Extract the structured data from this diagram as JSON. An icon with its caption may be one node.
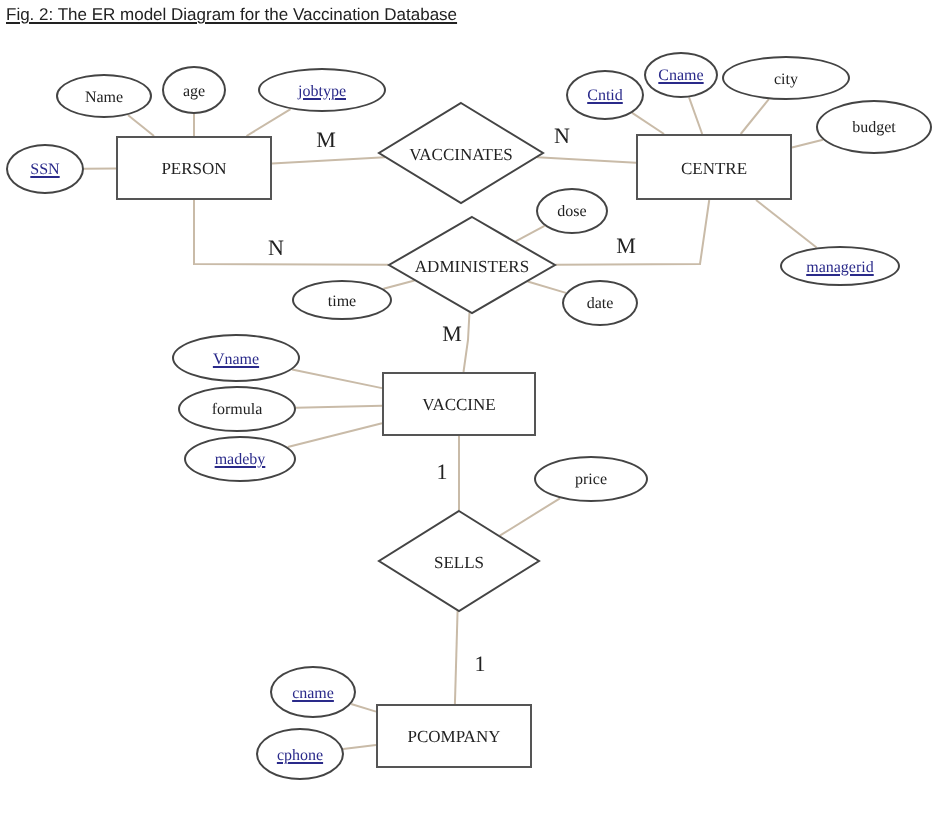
{
  "diagram": {
    "title": "Fig. 2: The ER model Diagram for the Vaccination Database",
    "nodes": [
      {
        "text": [
          "Name"
        ]
      },
      {
        "text": [
          "age"
        ]
      },
      {
        "text": [
          "jobtype"
        ]
      },
      {
        "text": [
          "SSN"
        ]
      },
      {
        "text": [
          "PERSON"
        ]
      },
      {
        "text": [
          "VACCINATES"
        ]
      },
      {
        "text": [
          "Cntid"
        ]
      },
      {
        "text": [
          "Cname"
        ]
      },
      {
        "text": [
          "city"
        ]
      },
      {
        "text": [
          "budget"
        ]
      },
      {
        "text": [
          "CENTRE"
        ]
      },
      {
        "text": [
          "dose"
        ]
      },
      {
        "text": [
          "ADMINISTERS"
        ]
      },
      {
        "text": [
          "managerid"
        ]
      },
      {
        "text": [
          "time"
        ]
      },
      {
        "text": [
          "date"
        ]
      },
      {
        "text": [
          "Vname"
        ]
      },
      {
        "text": [
          "formula"
        ]
      },
      {
        "text": [
          "VACCINE"
        ]
      },
      {
        "text": [
          "madeby"
        ]
      },
      {
        "text": [
          "price"
        ]
      },
      {
        "text": [
          "SELLS"
        ]
      },
      {
        "text": [
          "cname"
        ]
      },
      {
        "text": [
          "PCOMPANY"
        ]
      },
      {
        "text": [
          "cphone"
        ]
      }
    ],
    "edges": [
      {
        "from": 0,
        "to": 4,
        "arrow": "none"
      },
      {
        "from": 1,
        "to": 4,
        "arrow": "none"
      },
      {
        "from": 2,
        "to": 4,
        "arrow": "none"
      },
      {
        "from": 3,
        "to": 4,
        "arrow": "none"
      },
      {
        "from": 4,
        "to": 5,
        "arrow": "none",
        "label": "M"
      },
      {
        "from": 5,
        "to": 10,
        "arrow": "none",
        "label": "N"
      },
      {
        "from": 6,
        "to": 10,
        "arrow": "none"
      },
      {
        "from": 7,
        "to": 10,
        "arrow": "none"
      },
      {
        "from": 8,
        "to": 10,
        "arrow": "none"
      },
      {
        "from": 9,
        "to": 10,
        "arrow": "none"
      },
      {
        "from": 13,
        "to": 10,
        "arrow": "none"
      },
      {
        "from": 4,
        "to": 12,
        "arrow": "none",
        "label": "N"
      },
      {
        "from": 10,
        "to": 12,
        "arrow": "none",
        "label": "M"
      },
      {
        "from": 11,
        "to": 12,
        "arrow": "none"
      },
      {
        "from": 14,
        "to": 12,
        "arrow": "none"
      },
      {
        "from": 15,
        "to": 12,
        "arrow": "none"
      },
      {
        "from": 12,
        "to": 18,
        "arrow": "none",
        "label": "M"
      },
      {
        "from": 16,
        "to": 18,
        "arrow": "none"
      },
      {
        "from": 17,
        "to": 18,
        "arrow": "none"
      },
      {
        "from": 19,
        "to": 18,
        "arrow": "none"
      },
      {
        "from": 18,
        "to": 21,
        "arrow": "none",
        "label": "1"
      },
      {
        "from": 20,
        "to": 21,
        "arrow": "none"
      },
      {
        "from": 21,
        "to": 23,
        "arrow": "none",
        "label": "1"
      },
      {
        "from": 22,
        "to": 23,
        "arrow": "none"
      },
      {
        "from": 24,
        "to": 23,
        "arrow": "none"
      }
    ]
  }
}
